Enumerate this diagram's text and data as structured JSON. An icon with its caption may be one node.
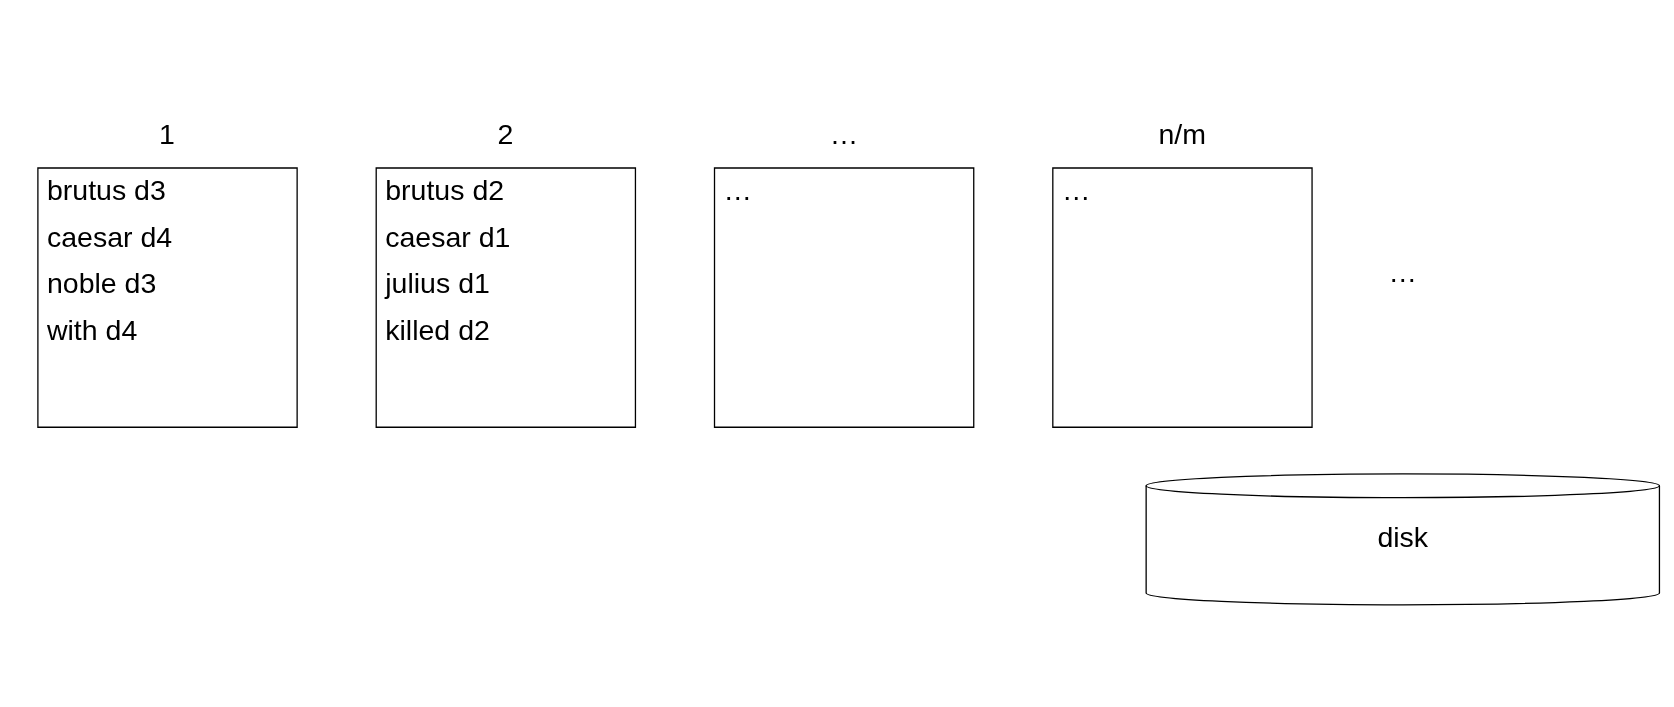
{
  "diagram": {
    "nodes": [
      {
        "text": [
          "1",
          "brutus d3",
          "caesar d4",
          "noble d3",
          "with d4"
        ]
      },
      {
        "text": [
          "2",
          "brutus d2",
          "caesar d1",
          "julius d1",
          "killed d2"
        ]
      },
      {
        "text": [
          "…",
          "…"
        ]
      },
      {
        "text": [
          "n/m",
          "…"
        ]
      },
      {
        "text": [
          "disk"
        ]
      }
    ],
    "edges": [],
    "labels": [
      "…"
    ]
  }
}
